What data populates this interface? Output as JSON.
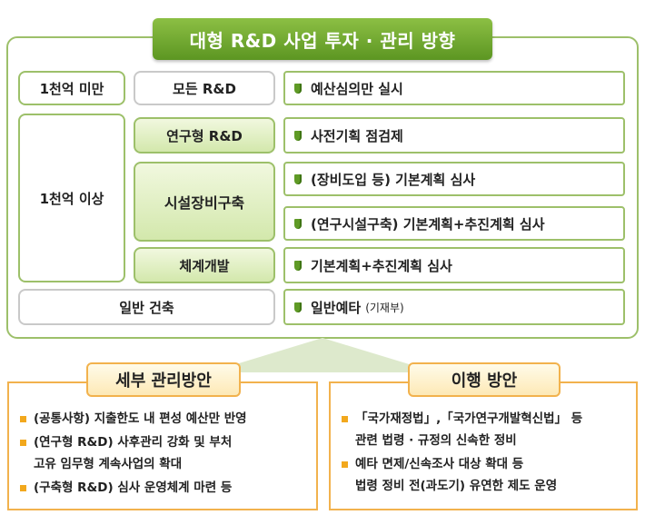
{
  "title": "대형 R&D 사업 투자 · 관리 방향",
  "categories": {
    "under": "1천억 미만",
    "over": "1천억 이상",
    "general_building": "일반 건축"
  },
  "types": {
    "all": "모든 R&D",
    "research": "연구형 R&D",
    "facility": "시설장비구축",
    "system": "체계개발"
  },
  "items": {
    "budget_review": "예산심의만 실시",
    "pre_planning": "사전기획 점검제",
    "equipment": "(장비도입 등) 기본계획 심사",
    "research_facility": "(연구시설구축) 기본계획+추진계획  심사",
    "system_plan": "기본계획+추진계획  심사",
    "general_feasibility": "일반예타",
    "general_feasibility_note": "(기재부)"
  },
  "detail_panel": {
    "title": "세부 관리방안",
    "bullets": [
      [
        "(공통사항) 지출한도 내 편성 예산만 반영"
      ],
      [
        "(연구형 R&D) 사후관리 강화 및 부처",
        "고유 임무형 계속사업의 확대"
      ],
      [
        "(구축형 R&D) 심사 운영체계 마련 등"
      ]
    ]
  },
  "implementation_panel": {
    "title": "이행 방안",
    "bullets": [
      [
        "「국가재정법」,「국가연구개발혁신법」 등",
        "관련 법령 · 규정의 신속한 정비"
      ],
      [
        "예타 면제/신속조사 대상 확대 등",
        "법령 정비 전(과도기) 유연한 제도 운영"
      ]
    ]
  },
  "colors": {
    "green": "#9dc06a",
    "dark_green": "#5f9a26",
    "orange": "#f2b24d"
  }
}
